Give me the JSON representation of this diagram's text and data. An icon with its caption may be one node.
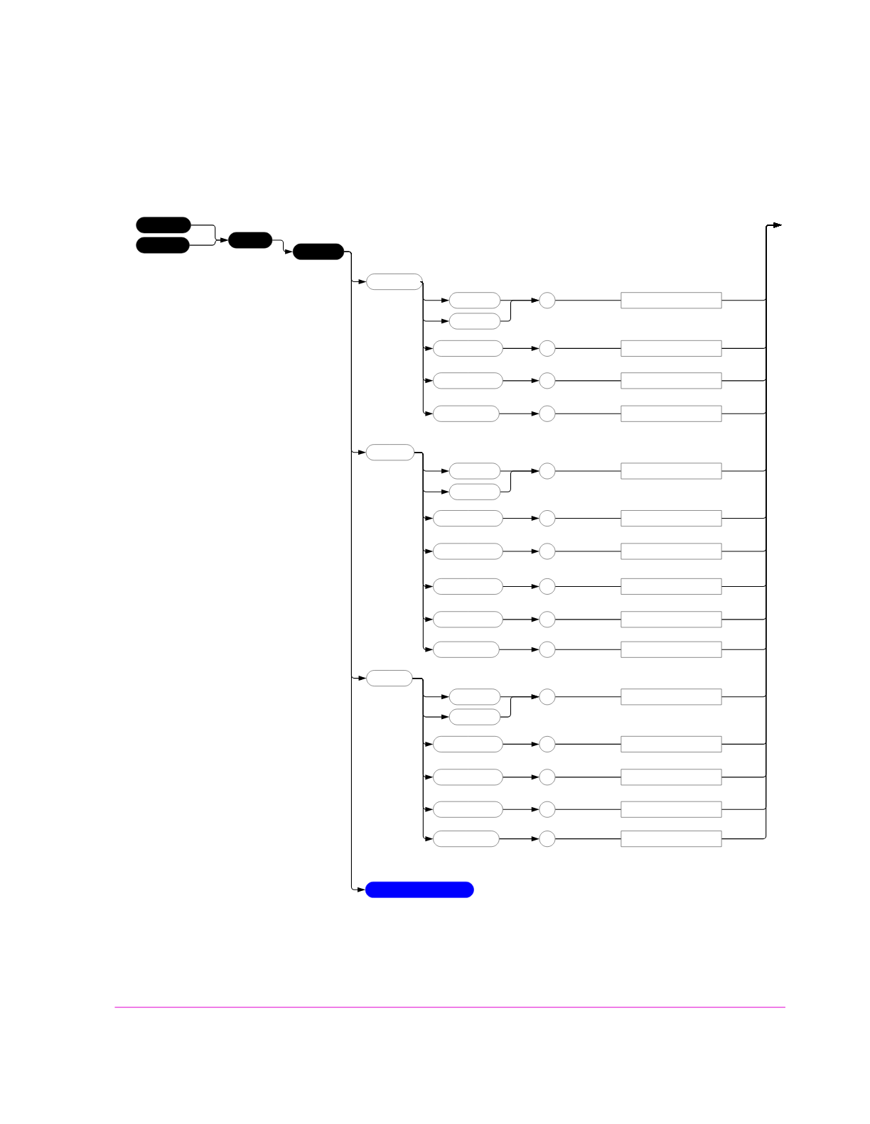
{
  "diagram": {
    "nodes": [
      {
        "text": [],
        "shape": "pill"
      },
      {
        "text": [],
        "shape": "pill"
      },
      {
        "text": [],
        "shape": "pill"
      },
      {
        "text": [],
        "shape": "pill"
      },
      {
        "text": [],
        "shape": "pill"
      },
      {
        "text": [],
        "shape": "pill"
      },
      {
        "text": [],
        "shape": "pill"
      },
      {
        "text": [],
        "shape": "circle"
      },
      {
        "text": [],
        "shape": "box"
      },
      {
        "text": [],
        "shape": "pill"
      },
      {
        "text": [],
        "shape": "circle"
      },
      {
        "text": [],
        "shape": "box"
      },
      {
        "text": [],
        "shape": "pill"
      },
      {
        "text": [],
        "shape": "circle"
      },
      {
        "text": [],
        "shape": "box"
      },
      {
        "text": [],
        "shape": "pill"
      },
      {
        "text": [],
        "shape": "circle"
      },
      {
        "text": [],
        "shape": "box"
      },
      {
        "text": [],
        "shape": "pill"
      },
      {
        "text": [],
        "shape": "pill"
      },
      {
        "text": [],
        "shape": "pill"
      },
      {
        "text": [],
        "shape": "circle"
      },
      {
        "text": [],
        "shape": "box"
      },
      {
        "text": [],
        "shape": "pill"
      },
      {
        "text": [],
        "shape": "circle"
      },
      {
        "text": [],
        "shape": "box"
      },
      {
        "text": [],
        "shape": "pill"
      },
      {
        "text": [],
        "shape": "circle"
      },
      {
        "text": [],
        "shape": "box"
      },
      {
        "text": [],
        "shape": "pill"
      },
      {
        "text": [],
        "shape": "circle"
      },
      {
        "text": [],
        "shape": "box"
      },
      {
        "text": [],
        "shape": "pill"
      },
      {
        "text": [],
        "shape": "circle"
      },
      {
        "text": [],
        "shape": "box"
      },
      {
        "text": [],
        "shape": "pill"
      },
      {
        "text": [],
        "shape": "circle"
      },
      {
        "text": [],
        "shape": "box"
      },
      {
        "text": [],
        "shape": "pill"
      },
      {
        "text": [],
        "shape": "pill"
      },
      {
        "text": [],
        "shape": "pill"
      },
      {
        "text": [],
        "shape": "circle"
      },
      {
        "text": [],
        "shape": "box"
      },
      {
        "text": [],
        "shape": "pill"
      },
      {
        "text": [],
        "shape": "circle"
      },
      {
        "text": [],
        "shape": "box"
      },
      {
        "text": [],
        "shape": "pill"
      },
      {
        "text": [],
        "shape": "circle"
      },
      {
        "text": [],
        "shape": "box"
      },
      {
        "text": [],
        "shape": "pill"
      },
      {
        "text": [],
        "shape": "circle"
      },
      {
        "text": [],
        "shape": "box"
      },
      {
        "text": [],
        "shape": "pill"
      },
      {
        "text": [],
        "shape": "circle"
      },
      {
        "text": [],
        "shape": "box"
      },
      {
        "text": [],
        "shape": "pill"
      }
    ],
    "edges": [
      {
        "from": 0,
        "to": 2,
        "arrow": "to"
      },
      {
        "from": 1,
        "to": 2,
        "arrow": "to"
      },
      {
        "from": 2,
        "to": 3,
        "arrow": "to"
      },
      {
        "from": 3,
        "to": 4,
        "arrow": "to"
      },
      {
        "from": 3,
        "to": 18,
        "arrow": "to"
      },
      {
        "from": 3,
        "to": 38,
        "arrow": "to"
      },
      {
        "from": 3,
        "to": 55,
        "arrow": "to"
      },
      {
        "from": 4,
        "to": 5,
        "arrow": "to"
      },
      {
        "from": 4,
        "to": 6,
        "arrow": "to"
      },
      {
        "from": 5,
        "to": 7,
        "arrow": "to"
      },
      {
        "from": 6,
        "to": 7,
        "arrow": "to"
      },
      {
        "from": 7,
        "to": 8,
        "arrow": "none"
      },
      {
        "from": 8,
        "to": null,
        "arrow": "to"
      },
      {
        "from": 4,
        "to": 9,
        "arrow": "to"
      },
      {
        "from": 9,
        "to": 10,
        "arrow": "to"
      },
      {
        "from": 10,
        "to": 11,
        "arrow": "none"
      },
      {
        "from": 11,
        "to": null,
        "arrow": "to"
      },
      {
        "from": 4,
        "to": 12,
        "arrow": "to"
      },
      {
        "from": 12,
        "to": 13,
        "arrow": "to"
      },
      {
        "from": 13,
        "to": 14,
        "arrow": "none"
      },
      {
        "from": 14,
        "to": null,
        "arrow": "to"
      },
      {
        "from": 4,
        "to": 15,
        "arrow": "to"
      },
      {
        "from": 15,
        "to": 16,
        "arrow": "to"
      },
      {
        "from": 16,
        "to": 17,
        "arrow": "none"
      },
      {
        "from": 17,
        "to": null,
        "arrow": "to"
      },
      {
        "from": 18,
        "to": 19,
        "arrow": "to"
      },
      {
        "from": 18,
        "to": 20,
        "arrow": "to"
      },
      {
        "from": 19,
        "to": 21,
        "arrow": "to"
      },
      {
        "from": 20,
        "to": 21,
        "arrow": "to"
      },
      {
        "from": 21,
        "to": 22,
        "arrow": "none"
      },
      {
        "from": 22,
        "to": null,
        "arrow": "to"
      },
      {
        "from": 18,
        "to": 23,
        "arrow": "to"
      },
      {
        "from": 23,
        "to": 24,
        "arrow": "to"
      },
      {
        "from": 24,
        "to": 25,
        "arrow": "none"
      },
      {
        "from": 25,
        "to": null,
        "arrow": "to"
      },
      {
        "from": 18,
        "to": 26,
        "arrow": "to"
      },
      {
        "from": 26,
        "to": 27,
        "arrow": "to"
      },
      {
        "from": 27,
        "to": 28,
        "arrow": "none"
      },
      {
        "from": 28,
        "to": null,
        "arrow": "to"
      },
      {
        "from": 18,
        "to": 29,
        "arrow": "to"
      },
      {
        "from": 29,
        "to": 30,
        "arrow": "to"
      },
      {
        "from": 30,
        "to": 31,
        "arrow": "none"
      },
      {
        "from": 31,
        "to": null,
        "arrow": "to"
      },
      {
        "from": 18,
        "to": 32,
        "arrow": "to"
      },
      {
        "from": 32,
        "to": 33,
        "arrow": "to"
      },
      {
        "from": 33,
        "to": 34,
        "arrow": "none"
      },
      {
        "from": 34,
        "to": null,
        "arrow": "to"
      },
      {
        "from": 18,
        "to": 35,
        "arrow": "to"
      },
      {
        "from": 35,
        "to": 36,
        "arrow": "to"
      },
      {
        "from": 36,
        "to": 37,
        "arrow": "none"
      },
      {
        "from": 37,
        "to": null,
        "arrow": "to"
      },
      {
        "from": 38,
        "to": 39,
        "arrow": "to"
      },
      {
        "from": 38,
        "to": 40,
        "arrow": "to"
      },
      {
        "from": 39,
        "to": 41,
        "arrow": "to"
      },
      {
        "from": 40,
        "to": 41,
        "arrow": "to"
      },
      {
        "from": 41,
        "to": 42,
        "arrow": "none"
      },
      {
        "from": 42,
        "to": null,
        "arrow": "to"
      },
      {
        "from": 38,
        "to": 43,
        "arrow": "to"
      },
      {
        "from": 43,
        "to": 44,
        "arrow": "to"
      },
      {
        "from": 44,
        "to": 45,
        "arrow": "none"
      },
      {
        "from": 45,
        "to": null,
        "arrow": "to"
      },
      {
        "from": 38,
        "to": 46,
        "arrow": "to"
      },
      {
        "from": 46,
        "to": 47,
        "arrow": "to"
      },
      {
        "from": 47,
        "to": 48,
        "arrow": "none"
      },
      {
        "from": 48,
        "to": null,
        "arrow": "to"
      },
      {
        "from": 38,
        "to": 49,
        "arrow": "to"
      },
      {
        "from": 49,
        "to": 50,
        "arrow": "to"
      },
      {
        "from": 50,
        "to": 51,
        "arrow": "none"
      },
      {
        "from": 51,
        "to": null,
        "arrow": "to"
      },
      {
        "from": 38,
        "to": 52,
        "arrow": "to"
      },
      {
        "from": 52,
        "to": 53,
        "arrow": "to"
      },
      {
        "from": 53,
        "to": 54,
        "arrow": "none"
      },
      {
        "from": 54,
        "to": null,
        "arrow": "to"
      }
    ]
  }
}
